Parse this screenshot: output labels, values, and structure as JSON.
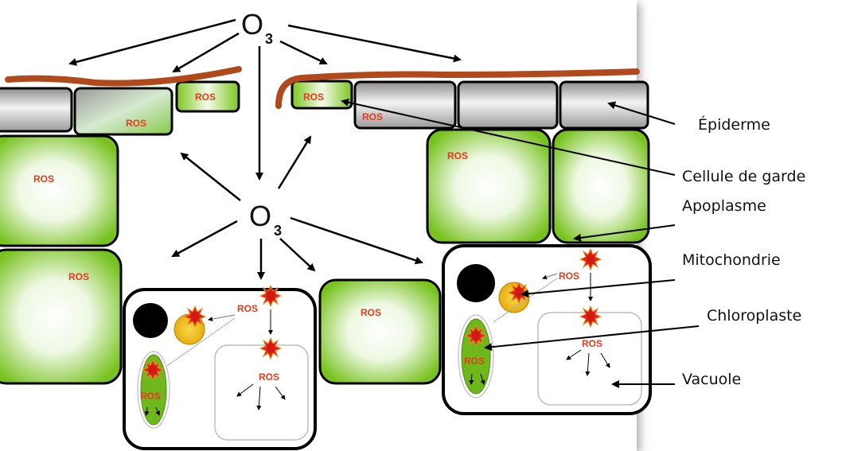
{
  "diagram": {
    "ozone": {
      "main": "O",
      "sub": "3"
    },
    "ros_label": "ROS",
    "labels": {
      "epiderme": "Épiderme",
      "cellule_de_garde": "Cellule de garde",
      "apoplasme": "Apoplasme",
      "mitochondrie": "Mitochondrie",
      "chloroplaste": "Chloroplaste",
      "vacuole": "Vacuole"
    },
    "colors": {
      "cuticle": "#b04a1c",
      "cell_green": "#7cc520",
      "cell_outline": "#000000",
      "ros_text": "#e53b1e",
      "burst": "#e0261b",
      "mitochondria": "#f2c21a",
      "nucleus": "#000000",
      "chloroplast": "#6fb81c"
    }
  }
}
